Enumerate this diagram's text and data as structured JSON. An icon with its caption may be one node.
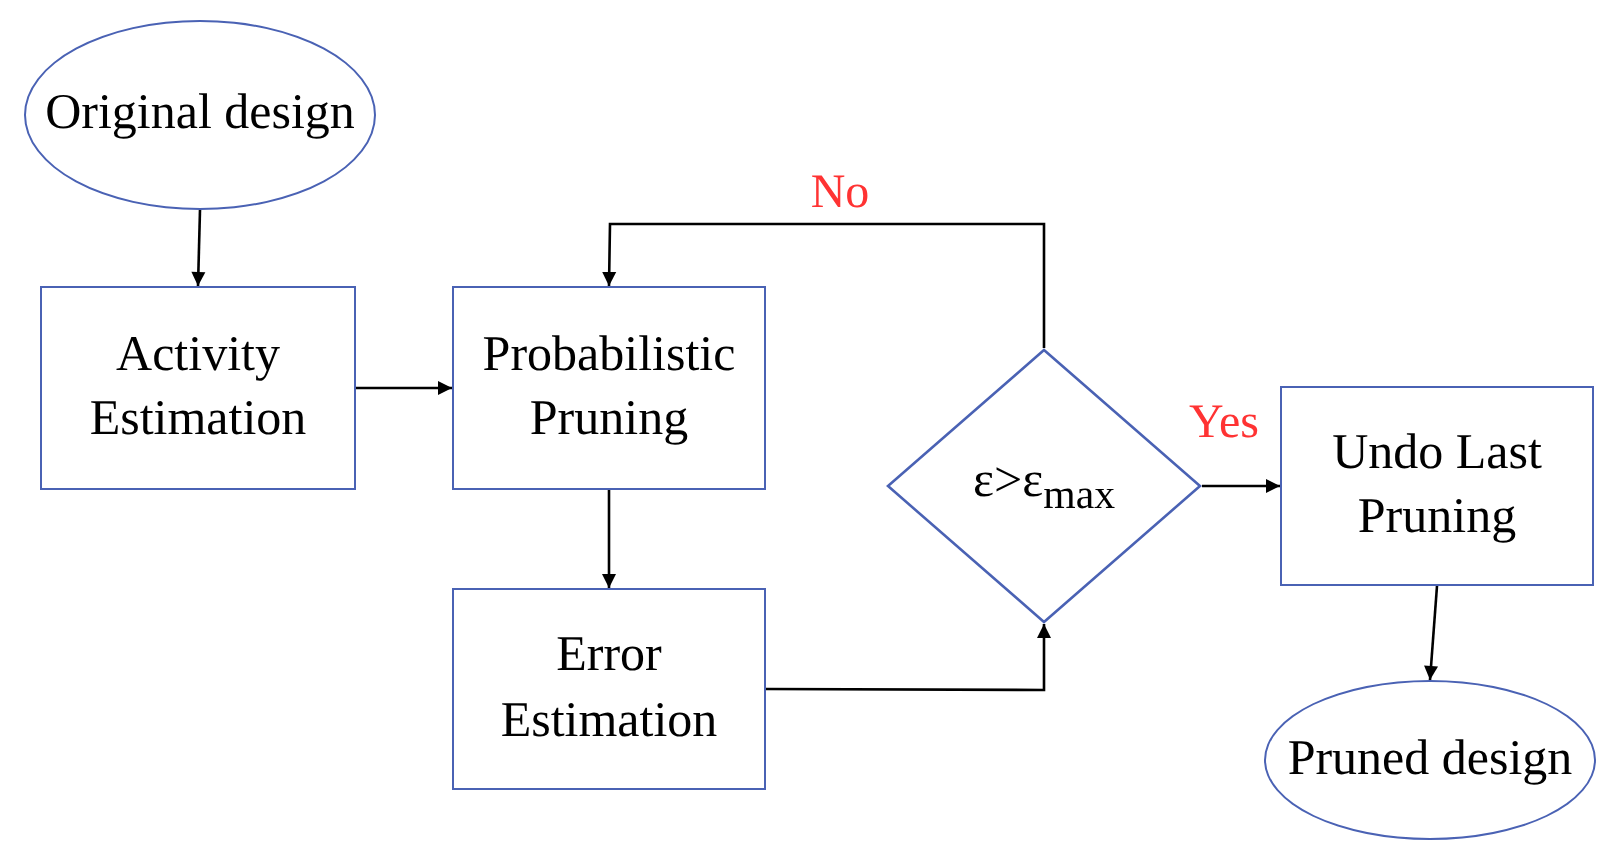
{
  "diagram": {
    "nodes": [
      {
        "text": [
          "Original design"
        ]
      },
      {
        "text": [
          "Activity Estimation"
        ]
      },
      {
        "text": [
          "Probabilistic Pruning"
        ]
      },
      {
        "text": [
          "Error Estimation"
        ]
      },
      {
        "text": [
          "ε>ε$_{max}$"
        ]
      },
      {
        "text": [
          "Undo Last Pruning"
        ]
      },
      {
        "text": [
          "Pruned design"
        ]
      }
    ],
    "edges": [
      {
        "from": 0,
        "to": 1,
        "arrow": "to"
      },
      {
        "from": 1,
        "to": 2,
        "arrow": "to"
      },
      {
        "from": 2,
        "to": 3,
        "arrow": "to"
      },
      {
        "from": 3,
        "to": 4,
        "arrow": "to"
      },
      {
        "from": 4,
        "to": 2,
        "arrow": "to",
        "label": "No"
      },
      {
        "from": 4,
        "to": 5,
        "arrow": "to",
        "label": "Yes"
      },
      {
        "from": 5,
        "to": 6,
        "arrow": "to"
      }
    ]
  }
}
